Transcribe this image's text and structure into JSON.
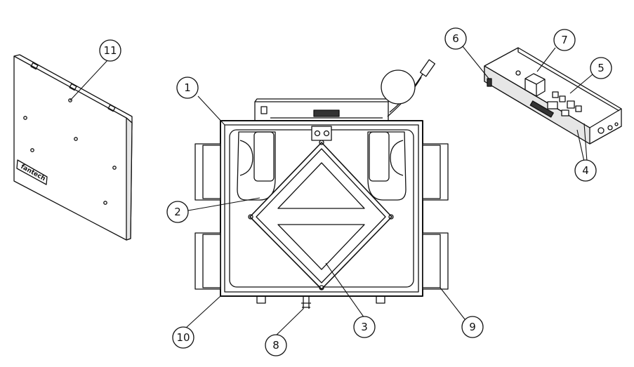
{
  "callouts": {
    "c1": "1",
    "c2": "2",
    "c3": "3",
    "c4": "4",
    "c5": "5",
    "c6": "6",
    "c7": "7",
    "c8": "8",
    "c9": "9",
    "c10": "10",
    "c11": "11"
  },
  "door_panel": {
    "brand": "fantech"
  },
  "colors": {
    "line": "#111111",
    "fill": "#ffffff",
    "shade": "#e6e6e6"
  }
}
